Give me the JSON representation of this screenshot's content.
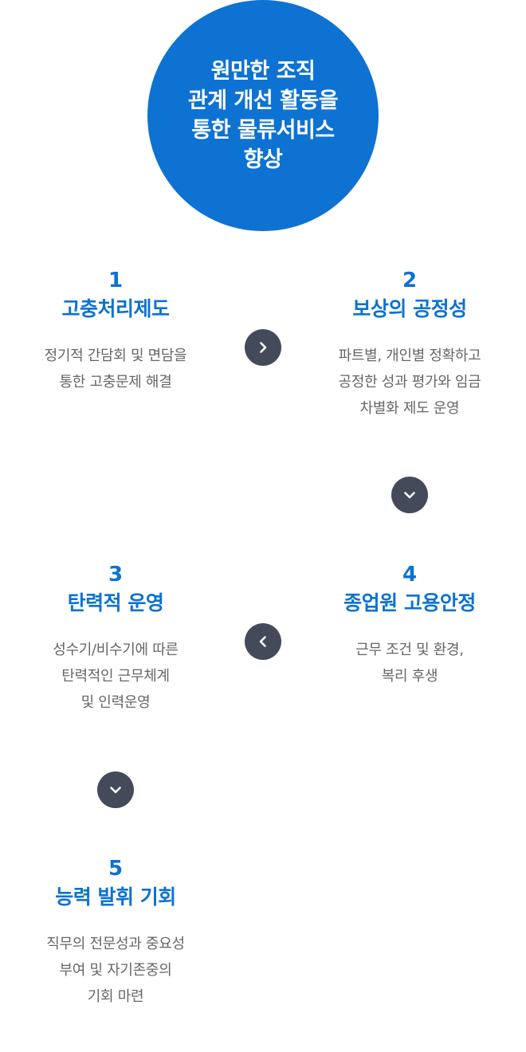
{
  "hero": {
    "title": "원만한 조직\n관계 개선 활동을\n통한 물류서비스\n향상"
  },
  "steps": [
    {
      "number": "1",
      "title": "고충처리제도",
      "description": "정기적 간담회 및 면담을\n통한 고충문제 해결"
    },
    {
      "number": "2",
      "title": "보상의 공정성",
      "description": "파트별, 개인별 정확하고\n공정한 성과 평가와 임금\n차별화 제도 운영"
    },
    {
      "number": "3",
      "title": "탄력적 운영",
      "description": "성수기/비수기에 따른\n탄력적인 근무체계\n및 인력운영"
    },
    {
      "number": "4",
      "title": "종업원 고용안정",
      "description": "근무 조건 및 환경,\n복리 후생"
    },
    {
      "number": "5",
      "title": "능력 발휘 기회",
      "description": "직무의 전문성과 중요성\n부여 및 자기존중의\n기회 마련"
    }
  ],
  "arrows": [
    {
      "icon": "chevron-right-icon"
    },
    {
      "icon": "chevron-down-icon"
    },
    {
      "icon": "chevron-left-icon"
    },
    {
      "icon": "chevron-down-icon"
    }
  ],
  "colors": {
    "primary": "#0d72d2",
    "arrow_bg": "#454a5a",
    "description_text": "#666666",
    "background": "#ffffff"
  }
}
